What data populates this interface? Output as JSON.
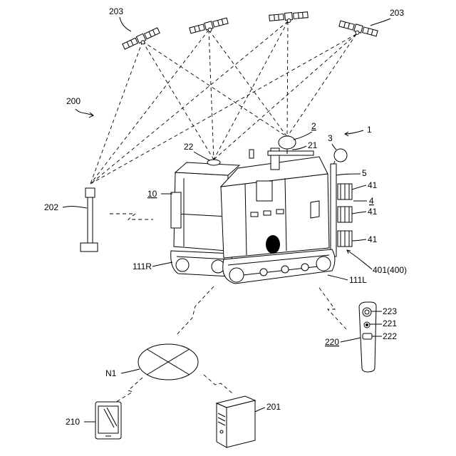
{
  "labels": {
    "sat_left": "203",
    "sat_right": "203",
    "system": "200",
    "station": "202",
    "robot": "1",
    "item_2": "2",
    "item_21": "21",
    "item_22": "22",
    "item_3": "3",
    "item_5": "5",
    "item_41a": "41",
    "item_4": "4",
    "item_41b": "41",
    "item_41c": "41",
    "item_401": "401(400)",
    "item_10": "10",
    "track_r": "111R",
    "track_l": "111L",
    "remote": "220",
    "item_223": "223",
    "item_221": "221",
    "item_222": "222",
    "network": "N1",
    "tablet": "210",
    "server": "201"
  }
}
